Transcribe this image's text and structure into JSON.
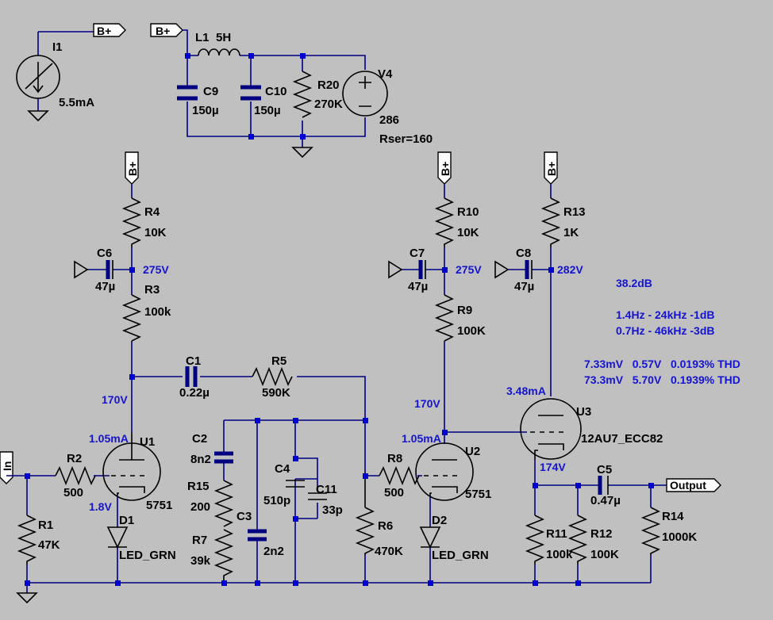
{
  "title": "",
  "nets": {
    "bplus": "B+",
    "input": "In",
    "output": "Output"
  },
  "components": {
    "I1": {
      "name": "I1",
      "value": "5.5mA"
    },
    "L1": {
      "name": "L1",
      "value": "5H"
    },
    "C9": {
      "name": "C9",
      "value": "150µ"
    },
    "C10": {
      "name": "C10",
      "value": "150µ"
    },
    "R20": {
      "name": "R20",
      "value": "270K"
    },
    "V4": {
      "name": "V4",
      "value": "286",
      "extra": "Rser=160"
    },
    "R4": {
      "name": "R4",
      "value": "10K"
    },
    "C6": {
      "name": "C6",
      "value": "47µ"
    },
    "R3": {
      "name": "R3",
      "value": "100k"
    },
    "C1": {
      "name": "C1",
      "value": "0.22µ"
    },
    "R5": {
      "name": "R5",
      "value": "590K"
    },
    "R10": {
      "name": "R10",
      "value": "10K"
    },
    "C7": {
      "name": "C7",
      "value": "47µ"
    },
    "R9": {
      "name": "R9",
      "value": "100K"
    },
    "R13": {
      "name": "R13",
      "value": "1K"
    },
    "C8": {
      "name": "C8",
      "value": "47µ"
    },
    "C2": {
      "name": "C2",
      "value": "8n2"
    },
    "R15": {
      "name": "R15",
      "value": "200"
    },
    "R7": {
      "name": "R7",
      "value": "39k"
    },
    "C3": {
      "name": "C3",
      "value": "2n2"
    },
    "C4": {
      "name": "C4",
      "value": "510p"
    },
    "C11": {
      "name": "C11",
      "value": "33p"
    },
    "R6": {
      "name": "R6",
      "value": "470K"
    },
    "R2": {
      "name": "R2",
      "value": "500"
    },
    "R1": {
      "name": "R1",
      "value": "47K"
    },
    "U1": {
      "name": "U1",
      "value": "5751"
    },
    "D1": {
      "name": "D1",
      "value": "LED_GRN"
    },
    "R8": {
      "name": "R8",
      "value": "500"
    },
    "U2": {
      "name": "U2",
      "value": "5751"
    },
    "D2": {
      "name": "D2",
      "value": "LED_GRN"
    },
    "U3": {
      "name": "U3",
      "value": "12AU7_ECC82"
    },
    "C5": {
      "name": "C5",
      "value": "0.47µ"
    },
    "R11": {
      "name": "R11",
      "value": "100k"
    },
    "R12": {
      "name": "R12",
      "value": "100K"
    },
    "R14": {
      "name": "R14",
      "value": "1000K"
    }
  },
  "annotations": {
    "v_c6": "275V",
    "v_c7": "275V",
    "v_c8": "282V",
    "v_plate1": "170V",
    "v_plate2": "170V",
    "i_u1": "1.05mA",
    "i_u2": "1.05mA",
    "v_cath1": "1.8V",
    "i_u3": "3.48mA",
    "v_cath3": "174V",
    "gain": "38.2dB",
    "bw1": "1.4Hz - 24kHz  -1dB",
    "bw3": "0.7Hz - 46kHz  -3dB",
    "thd_row1": "7.33mV   0.57V   0.0193% THD",
    "thd_row2": "73.3mV   5.70V   0.1939% THD"
  },
  "colors": {
    "background": "#c0c0c0",
    "wire": "#000080",
    "annotation": "#1414d2",
    "component": "#000000"
  }
}
